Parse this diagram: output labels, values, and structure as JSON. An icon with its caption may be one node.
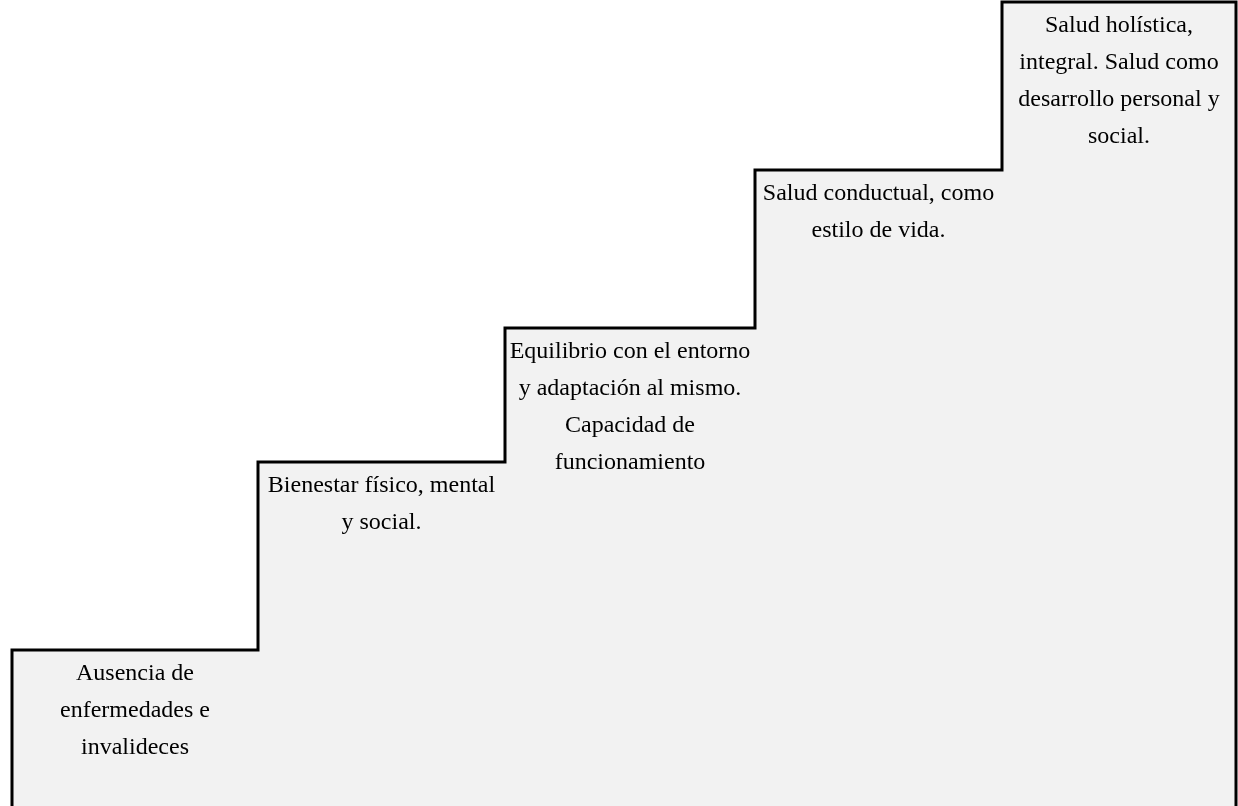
{
  "diagram": {
    "nodes": [
      {
        "text": [
          "Ausencia de enfermedades e invalideces"
        ]
      },
      {
        "text": [
          "Bienestar físico, mental y social."
        ]
      },
      {
        "text": [
          "Equilibrio con el entorno y adaptación al mismo. Capacidad de funcionamiento"
        ]
      },
      {
        "text": [
          "Salud conductual, como estilo de vida."
        ]
      },
      {
        "text": [
          "Salud holística, integral. Salud como desarrollo personal y social."
        ]
      }
    ]
  }
}
